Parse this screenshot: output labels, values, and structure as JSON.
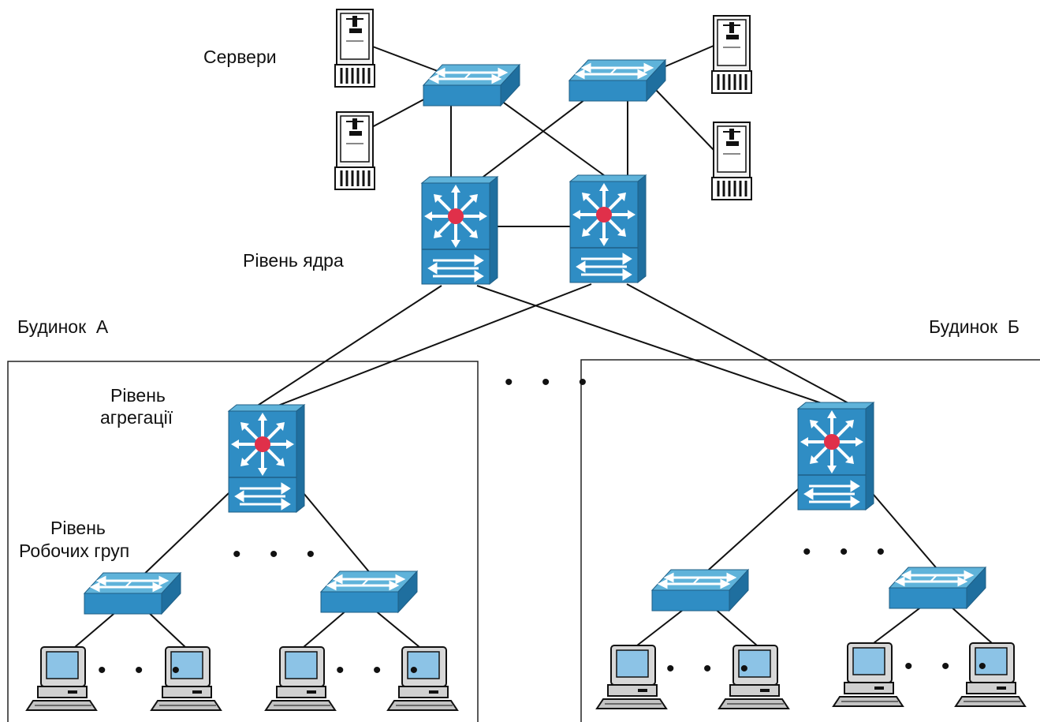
{
  "labels": {
    "servers": "Сервери",
    "core_level": "Рівень ядра",
    "building_a": "Будинок  А",
    "building_b": "Будинок  Б",
    "aggregation_line1": "Рівень",
    "aggregation_line2": "агрегації",
    "workgroups_line1": "Рівень",
    "workgroups_line2": "Робочих груп"
  },
  "ellipsis": "• • •",
  "icons": {
    "server": "server-icon",
    "switch": "workgroup-switch-icon",
    "l3_switch": "multilayer-switch-icon",
    "pc": "pc-icon"
  },
  "colors": {
    "switch_top": "#5fb3da",
    "switch_front": "#2f8dc4",
    "switch_side": "#1f6f9f",
    "hub_dot": "#e0304a",
    "pc_screen": "#8cc3e6",
    "pc_body": "#d8d8d8",
    "line": "#111111"
  }
}
